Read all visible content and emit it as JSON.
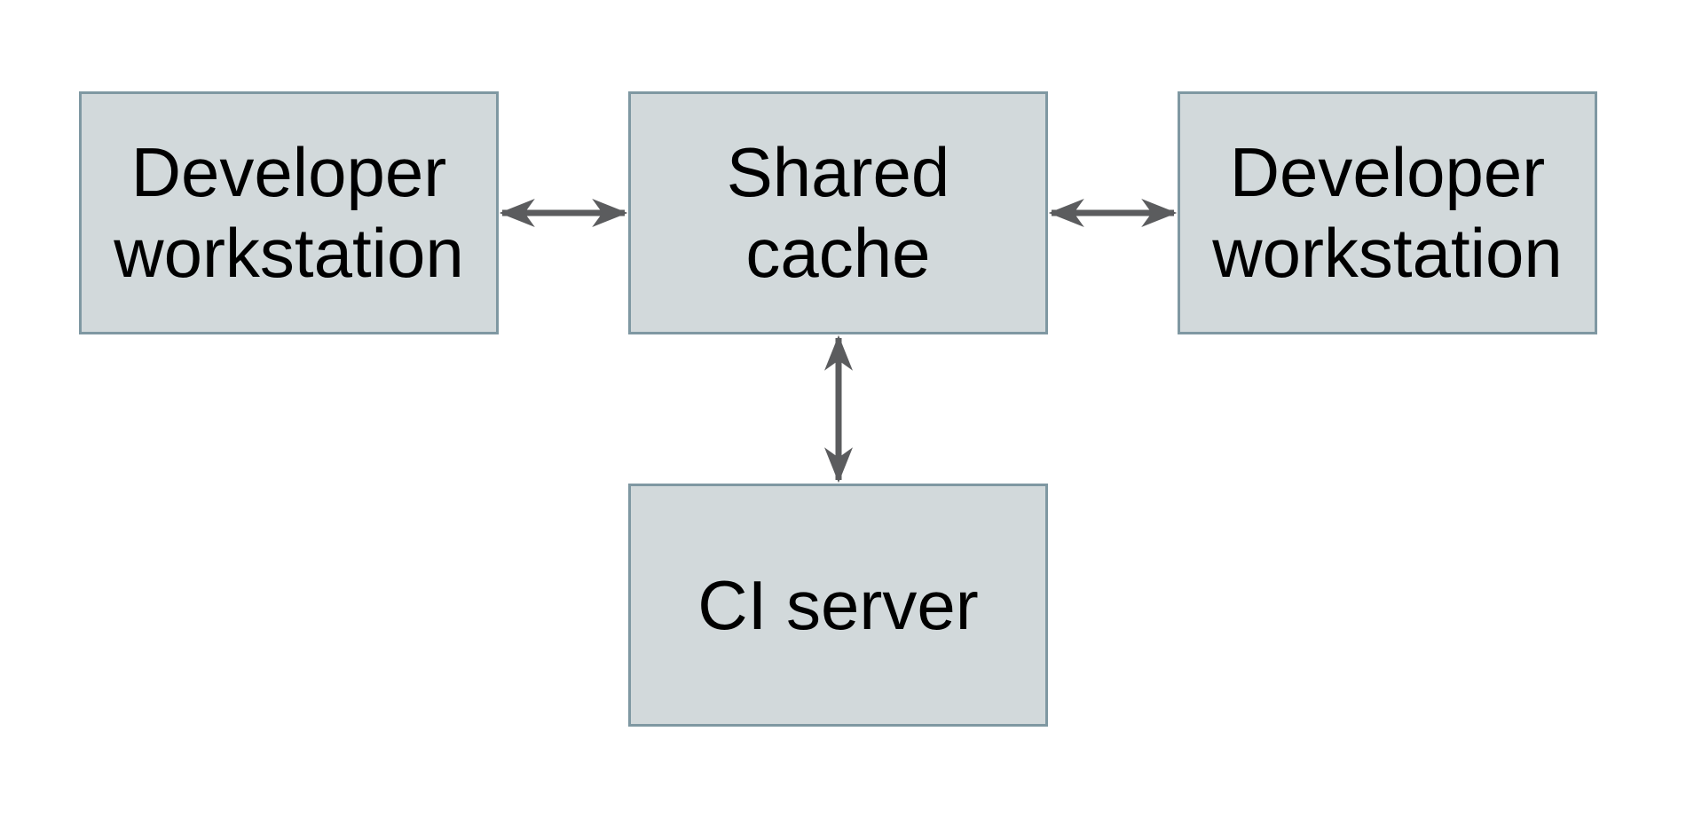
{
  "diagram": {
    "colors": {
      "background": "#ffffff",
      "node_fill": "#d2d9db",
      "node_border": "#7f98a2",
      "arrow_color": "#5b5c5e",
      "text_color": "#000000"
    },
    "nodes": [
      {
        "id": "developer-workstation-left",
        "label": "Developer workstation",
        "lines": [
          "Developer",
          "workstation"
        ]
      },
      {
        "id": "shared-cache",
        "label": "Shared cache",
        "lines": [
          "Shared",
          "cache"
        ]
      },
      {
        "id": "developer-workstation-right",
        "label": "Developer workstation",
        "lines": [
          "Developer",
          "workstation"
        ]
      },
      {
        "id": "ci-server",
        "label": "CI server",
        "lines": [
          "CI server"
        ]
      }
    ],
    "edges": [
      {
        "from": "developer-workstation-left",
        "to": "shared-cache",
        "direction": "bidirectional"
      },
      {
        "from": "shared-cache",
        "to": "developer-workstation-right",
        "direction": "bidirectional"
      },
      {
        "from": "shared-cache",
        "to": "ci-server",
        "direction": "bidirectional"
      }
    ]
  }
}
